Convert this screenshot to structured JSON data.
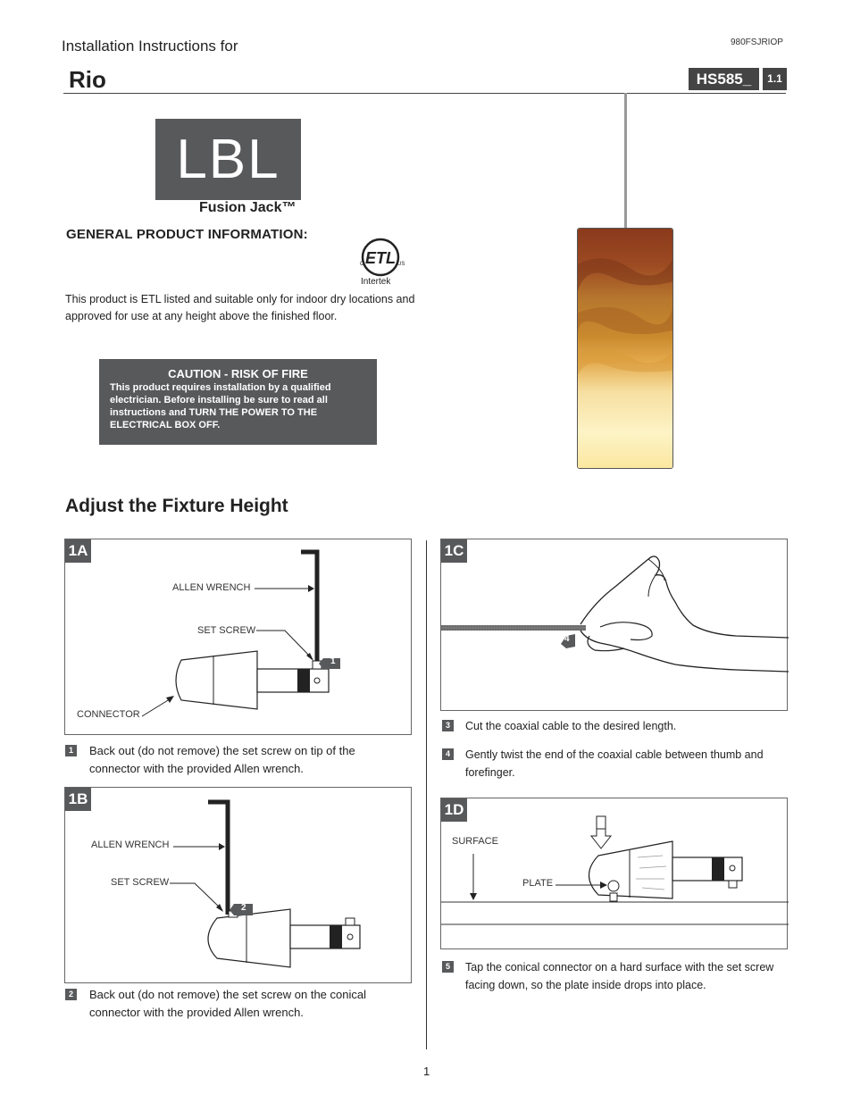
{
  "header": {
    "instructions_label": "Installation Instructions for",
    "doc_code": "980FSJRIOP",
    "product_name": "Rio",
    "model": "HS585_",
    "revision": "1.1"
  },
  "logo": {
    "brand": "LBL",
    "sub": "Fusion Jack™"
  },
  "general": {
    "heading": "GENERAL PRODUCT INFORMATION:",
    "cert_label": "Intertek",
    "intro": "This product is ETL listed and suitable only for indoor dry locations and approved for use at any height above the finished floor."
  },
  "caution": {
    "title": "CAUTION - RISK OF FIRE",
    "text": "This product requires installation by a qualified electrician. Before installing be sure to read all instructions and TURN THE POWER TO THE ELECTRICAL BOX OFF."
  },
  "section_title": "Adjust the Fixture Height",
  "panels": {
    "p1a": {
      "tag": "1A",
      "allen_wrench": "ALLEN WRENCH",
      "set_screw": "SET SCREW",
      "connector": "CONNECTOR",
      "marker": "1"
    },
    "p1b": {
      "tag": "1B",
      "allen_wrench": "ALLEN WRENCH",
      "set_screw": "SET SCREW",
      "marker": "2"
    },
    "p1c": {
      "tag": "1C",
      "marker": "4"
    },
    "p1d": {
      "tag": "1D",
      "surface": "SURFACE",
      "plate": "PLATE"
    }
  },
  "steps": [
    {
      "num": "1",
      "text": "Back out (do not remove) the set screw on tip of the connector with the provided Allen wrench."
    },
    {
      "num": "2",
      "text": "Back out (do not remove) the set screw on the conical connector with the provided Allen wrench."
    },
    {
      "num": "3",
      "text": "Cut the coaxial cable to the desired length."
    },
    {
      "num": "4",
      "text": "Gently twist the end of the coaxial cable between thumb and forefinger."
    },
    {
      "num": "5",
      "text": "Tap the conical connector on a hard surface with the set screw facing down, so the plate inside drops into place."
    }
  ],
  "page_number": "1"
}
